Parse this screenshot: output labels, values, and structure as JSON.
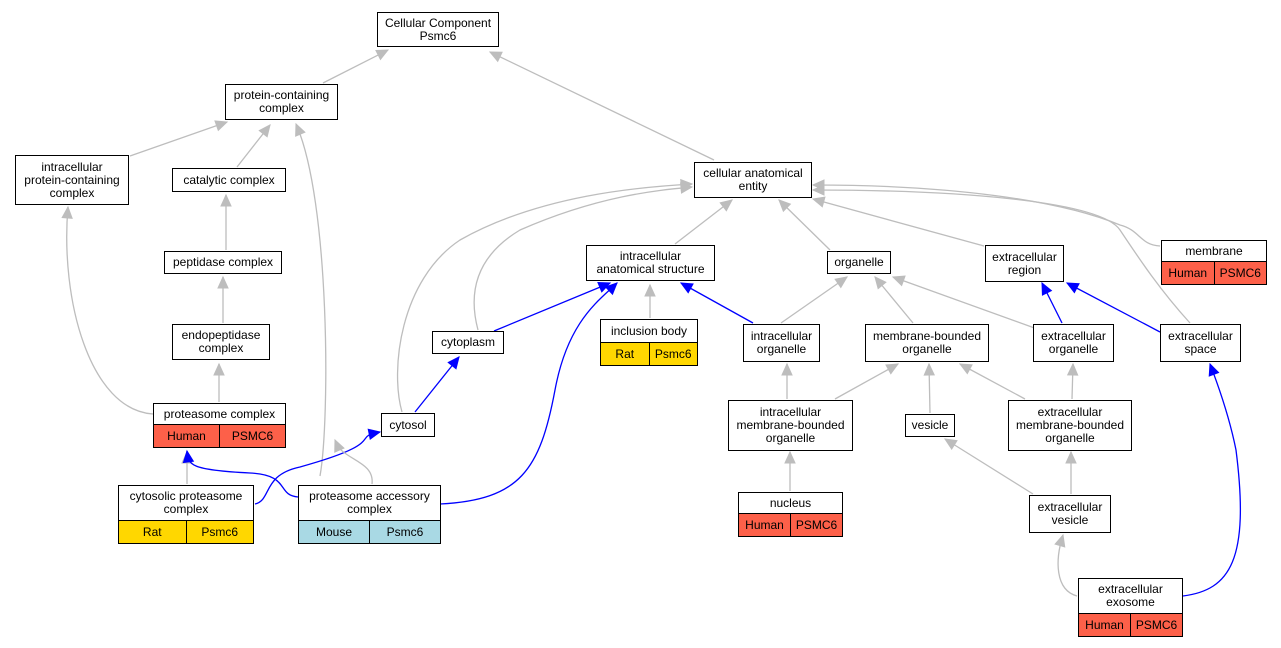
{
  "colors": {
    "human": "#fd6049",
    "rat": "#ffd700",
    "mouse": "#a9d9e4",
    "edge_isa": "#bdbdbd",
    "edge_partof": "#0000ff"
  },
  "nodes": {
    "root": {
      "label": "Cellular Component\nPsmc6"
    },
    "protein_containing": {
      "label": "protein-containing\ncomplex"
    },
    "intracellular_pcc": {
      "label": "intracellular\nprotein-containing\ncomplex"
    },
    "catalytic": {
      "label": "catalytic complex"
    },
    "peptidase": {
      "label": "peptidase complex"
    },
    "endopeptidase": {
      "label": "endopeptidase\ncomplex"
    },
    "proteasome": {
      "label": "proteasome complex",
      "species": "Human",
      "gene": "PSMC6"
    },
    "cytosolic_proteasome": {
      "label": "cytosolic proteasome\ncomplex",
      "species": "Rat",
      "gene": "Psmc6"
    },
    "proteasome_accessory": {
      "label": "proteasome accessory\ncomplex",
      "species": "Mouse",
      "gene": "Psmc6"
    },
    "cellular_anatomical": {
      "label": "cellular anatomical\nentity"
    },
    "intracellular_anat": {
      "label": "intracellular\nanatomical structure"
    },
    "cytoplasm": {
      "label": "cytoplasm"
    },
    "cytosol": {
      "label": "cytosol"
    },
    "inclusion_body": {
      "label": "inclusion body",
      "species": "Rat",
      "gene": "Psmc6"
    },
    "organelle": {
      "label": "organelle"
    },
    "intracellular_organelle": {
      "label": "intracellular\norganelle"
    },
    "membrane_bounded": {
      "label": "membrane-bounded\norganelle"
    },
    "intracellular_mbo": {
      "label": "intracellular\nmembrane-bounded\norganelle"
    },
    "nucleus": {
      "label": "nucleus",
      "species": "Human",
      "gene": "PSMC6"
    },
    "vesicle": {
      "label": "vesicle"
    },
    "extracellular_region": {
      "label": "extracellular\nregion"
    },
    "extracellular_organelle": {
      "label": "extracellular\norganelle"
    },
    "extracellular_mbo": {
      "label": "extracellular\nmembrane-bounded\norganelle"
    },
    "extracellular_vesicle": {
      "label": "extracellular\nvesicle"
    },
    "extracellular_exosome": {
      "label": "extracellular\nexosome",
      "species": "Human",
      "gene": "PSMC6"
    },
    "membrane": {
      "label": "membrane",
      "species": "Human",
      "gene": "PSMC6"
    },
    "extracellular_space": {
      "label": "extracellular\nspace"
    }
  }
}
